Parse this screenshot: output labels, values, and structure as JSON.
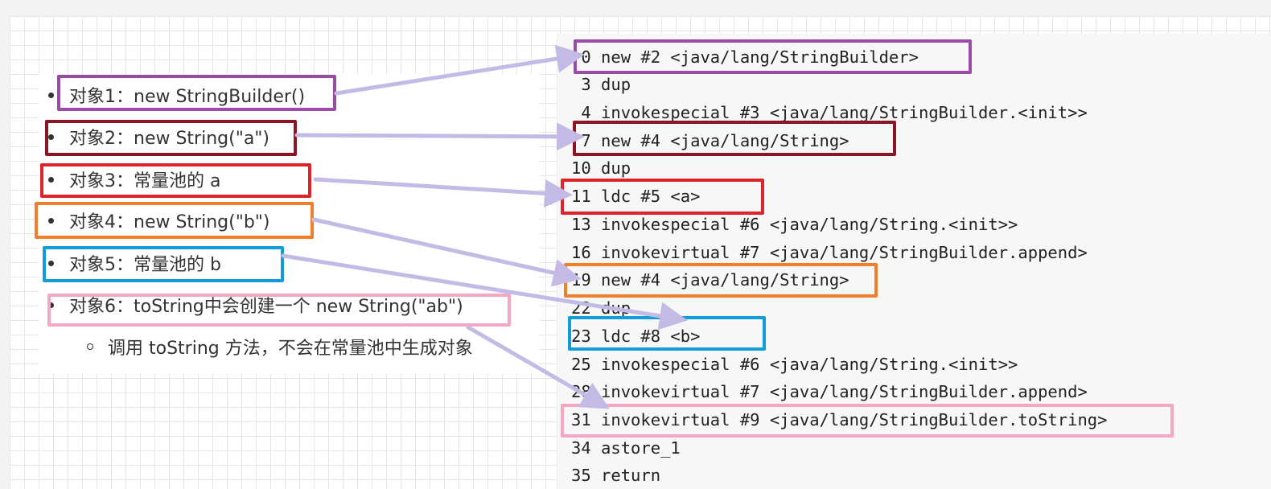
{
  "objects": [
    {
      "label": "对象1：new StringBuilder()",
      "color": "#9b4aa8"
    },
    {
      "label": "对象2：new String(\"a\")",
      "color": "#8b1524"
    },
    {
      "label": "对象3：常量池的 a",
      "color": "#e0232b"
    },
    {
      "label": "对象4：new String(\"b\")",
      "color": "#f07f2c"
    },
    {
      "label": "对象5：常量池的 b",
      "color": "#119ed8"
    },
    {
      "label": "对象6：toString中会创建一个 new String(\"ab\")",
      "color": "#f4a6c4"
    }
  ],
  "sub_note": "调用 toString 方法，不会在常量池中生成对象",
  "code_lines": [
    " 0 new #2 <java/lang/StringBuilder>",
    " 3 dup",
    " 4 invokespecial #3 <java/lang/StringBuilder.<init>>",
    " 7 new #4 <java/lang/String>",
    "10 dup",
    "11 ldc #5 <a>",
    "13 invokespecial #6 <java/lang/String.<init>>",
    "16 invokevirtual #7 <java/lang/StringBuilder.append>",
    "19 new #4 <java/lang/String>",
    "22 dup",
    "23 ldc #8 <b>",
    "25 invokespecial #6 <java/lang/String.<init>>",
    "28 invokevirtual #7 <java/lang/StringBuilder.append>",
    "31 invokevirtual #9 <java/lang/StringBuilder.toString>",
    "34 astore_1",
    "35 return"
  ],
  "arrow_color": "#c3bbe6"
}
